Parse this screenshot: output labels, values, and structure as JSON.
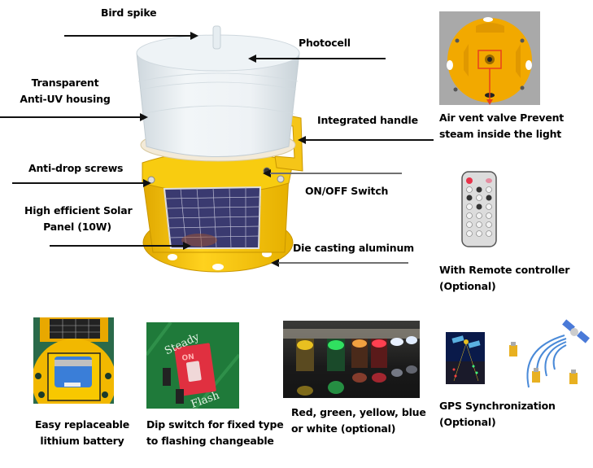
{
  "main_product": {
    "description": "Solar obstruction light",
    "callouts": [
      {
        "id": "bird_spike",
        "label": "Bird spike"
      },
      {
        "id": "photocell",
        "label": "Photocell"
      },
      {
        "id": "housing",
        "label_lines": [
          "Transparent",
          "Anti-UV housing"
        ]
      },
      {
        "id": "handle",
        "label": "Integrated handle"
      },
      {
        "id": "screws",
        "label": "Anti-drop screws"
      },
      {
        "id": "switch",
        "label": "ON/OFF Switch"
      },
      {
        "id": "solar",
        "label_lines": [
          "High efficient Solar",
          "Panel (10W)"
        ]
      },
      {
        "id": "base",
        "label": "Die casting aluminum"
      }
    ]
  },
  "features": {
    "air_vent": {
      "label_lines": [
        "Air vent valve Prevent",
        "steam inside the light"
      ]
    },
    "remote": {
      "label_lines": [
        "With Remote controller",
        "(Optional)"
      ]
    },
    "battery": {
      "label_lines": [
        "Easy replaceable",
        "lithium battery"
      ]
    },
    "dip_switch": {
      "label_lines": [
        "Dip switch for fixed type",
        "to flashing changeable"
      ],
      "pcb_text": {
        "steady": "Steady",
        "on": "ON",
        "flash": "Flash"
      }
    },
    "colors": {
      "label_lines": [
        "Red, green, yellow, blue",
        "or white (optional)"
      ],
      "led_colors": [
        "#e8c020",
        "#30e060",
        "#f0a040",
        "#ff4050",
        "#e8f0ff",
        "#e0ecff",
        "#f0f4ff"
      ]
    },
    "gps": {
      "label_lines": [
        "GPS Synchronization",
        "(Optional)"
      ]
    }
  },
  "colors": {
    "housing_yellow": "#f5c518",
    "lens_white": "#e8eef2",
    "solar_blue": "#3a3a70",
    "pcb_green": "#1f7a3a",
    "dip_red": "#e03040",
    "arrow": "#111111"
  }
}
